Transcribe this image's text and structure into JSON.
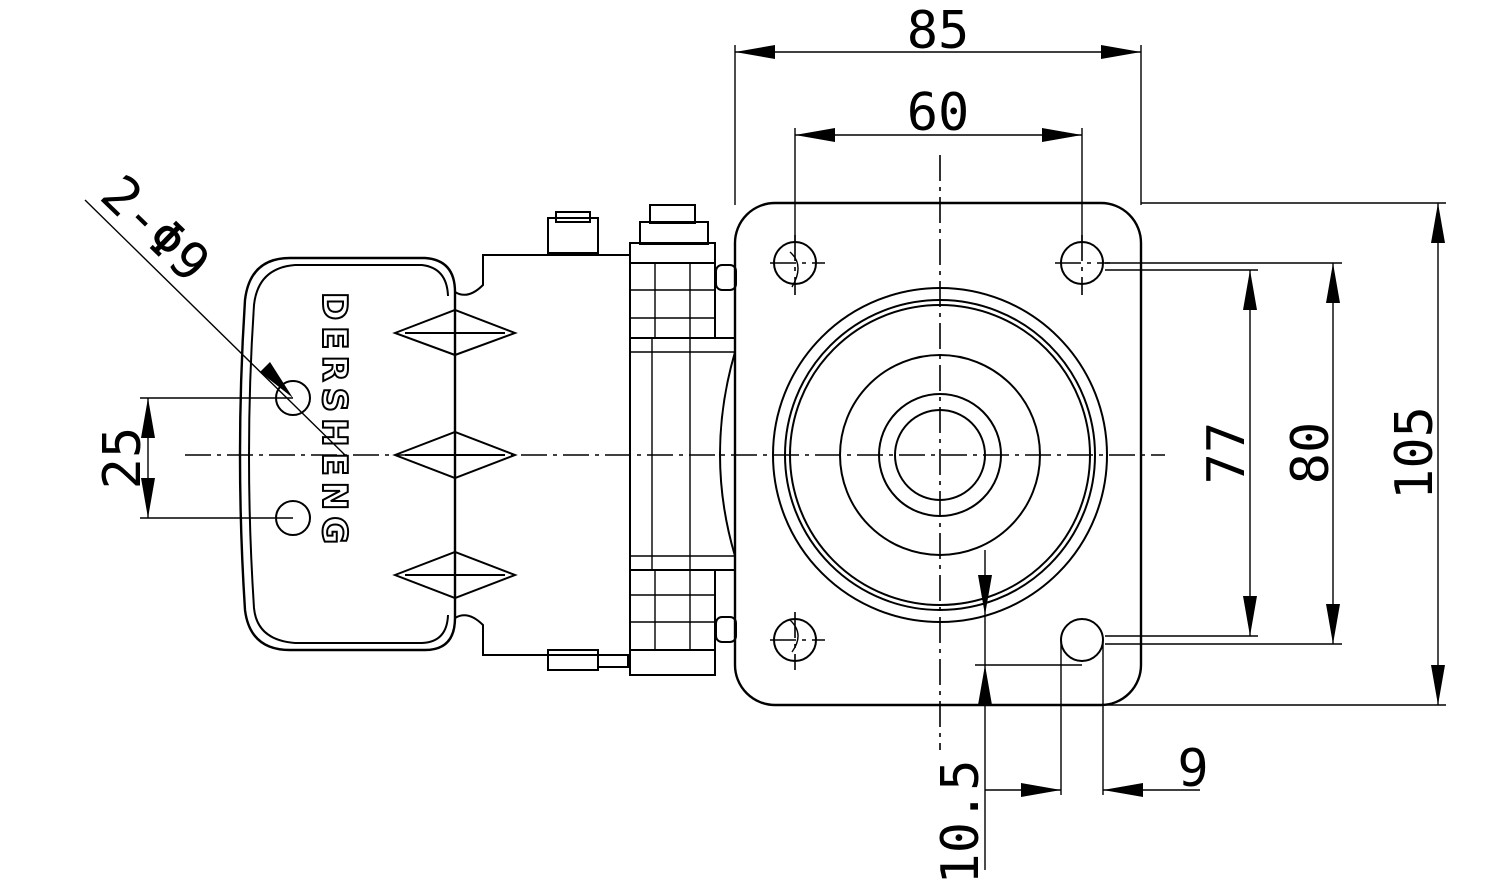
{
  "brand": {
    "text": "DERSHENG"
  },
  "dimensions": {
    "plate_width": "85",
    "hole_spacing_x": "60",
    "hole_spacing_y": "77",
    "plate_inner": "80",
    "plate_height": "105",
    "edge_offset": "10.5",
    "hole_diameter": "9",
    "lock_spacing": "25",
    "lock_holes": "2-Φ9"
  },
  "colors": {
    "line": "#000000",
    "background": "#ffffff"
  }
}
